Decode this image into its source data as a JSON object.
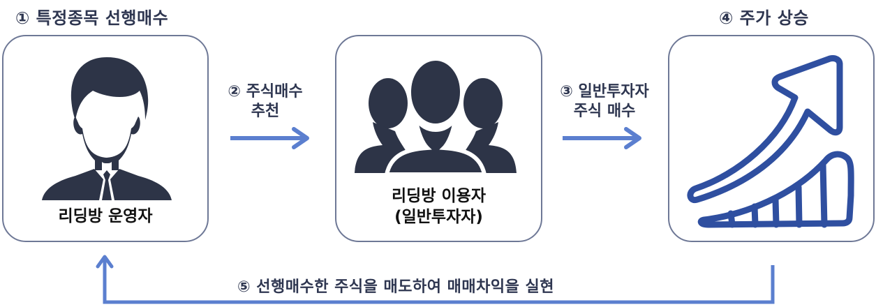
{
  "steps": {
    "step1_title": "① 특정종목 선행매수",
    "step2_label_line1": "② 주식매수",
    "step2_label_line2": "추천",
    "step3_label_line1": "③ 일반투자자",
    "step3_label_line2": "주식 매수",
    "step4_title": "④ 주가 상승",
    "step5_label": "⑤ 선행매수한 주식을 매도하여 매매차익을 실현"
  },
  "boxes": [
    {
      "id": "operator",
      "icon": "businessman-icon",
      "label_line1": "리딩방 운영자"
    },
    {
      "id": "users",
      "icon": "group-users-icon",
      "label_line1": "리딩방 이용자",
      "label_line2": "(일반투자자)"
    },
    {
      "id": "price-rise",
      "icon": "rising-chart-arrow-icon"
    }
  ],
  "colors": {
    "icon_dark": "#2d3447",
    "arrow_blue": "#5b7fcf",
    "chart_blue": "#2f4fa0",
    "box_border": "#6e7896",
    "title_text": "#2e3650"
  }
}
